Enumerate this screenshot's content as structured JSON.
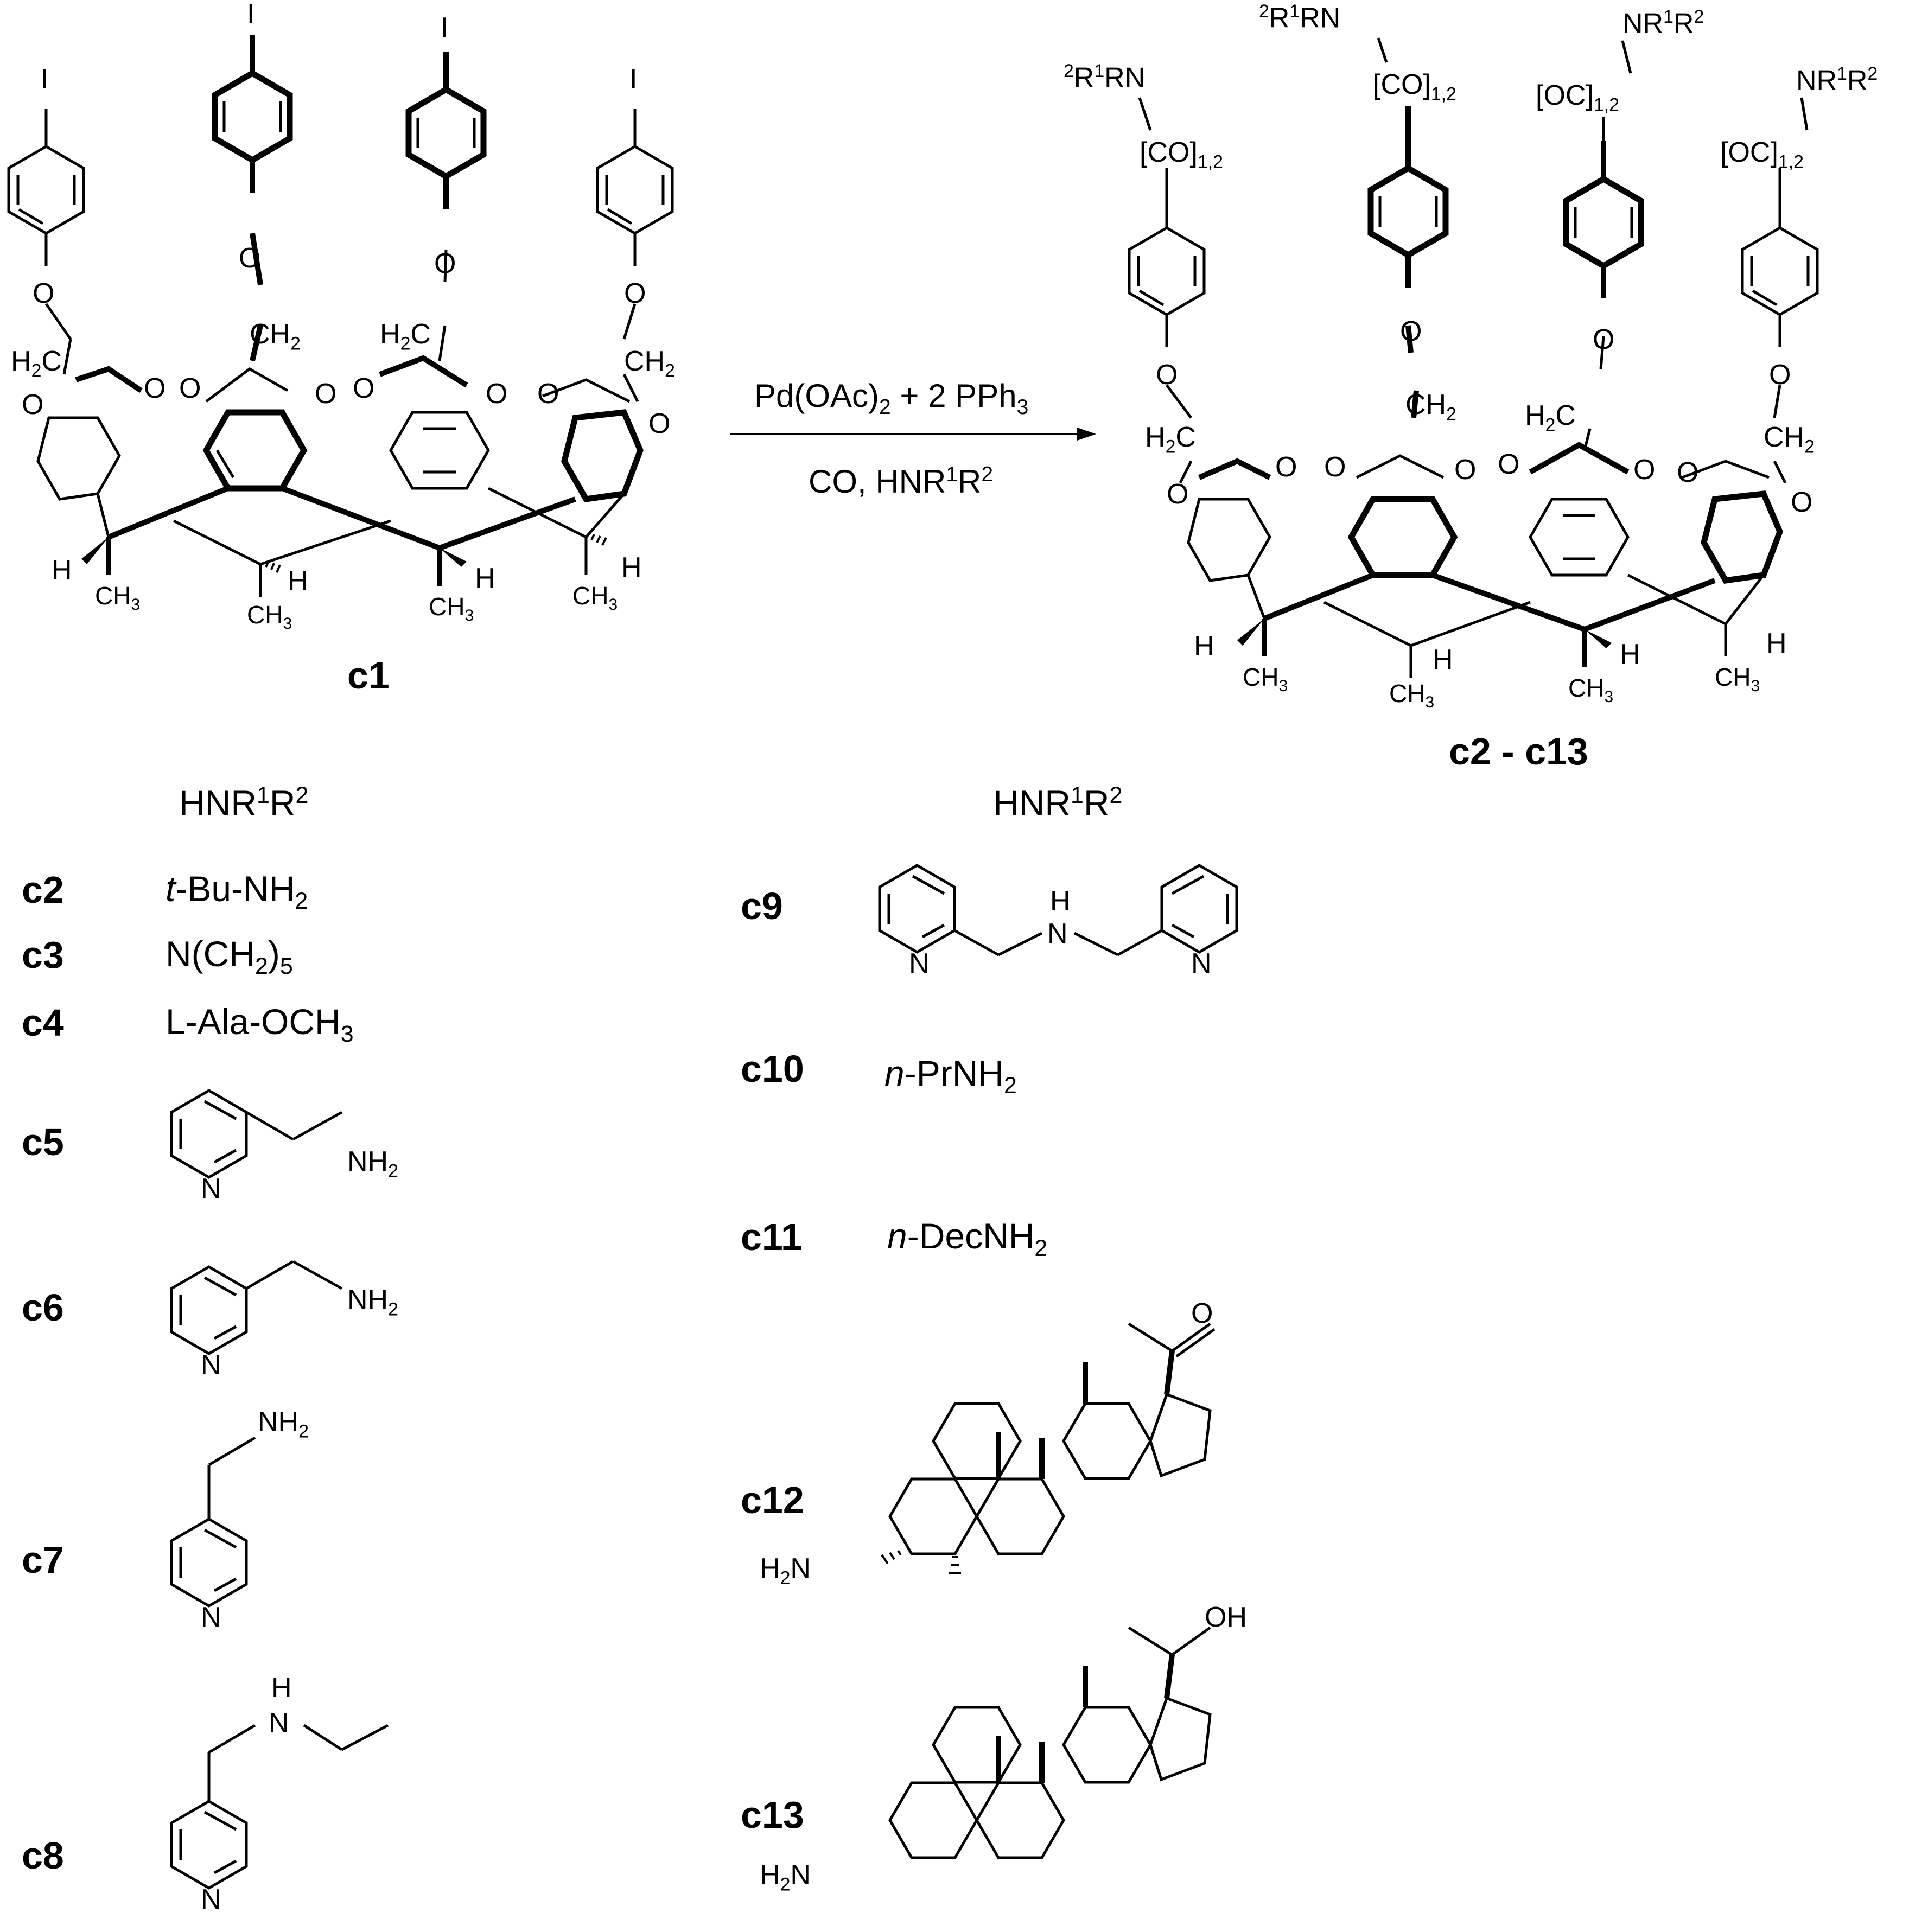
{
  "scheme": {
    "starting_material": {
      "label": "c1",
      "substituent_atom": "I",
      "linker": {
        "oxygen": "O",
        "methylene": "H2C",
        "methylene_alt": "CH2"
      },
      "bridge_oxygen": "O",
      "stereo": {
        "h": "H",
        "methyl": "CH3"
      }
    },
    "arrow": {
      "catalyst": "Pd(OAc)2 + 2 PPh3",
      "reagents": "CO, HNR1R2"
    },
    "product": {
      "label": "c2 - c13",
      "carbonyl_left": "[CO]1,2",
      "carbonyl_right": "[OC]1,2",
      "amide_left": "2R1RN",
      "amide_right": "NR1R2"
    }
  },
  "amine_table": {
    "header_left": "HNR1R2",
    "header_right": "HNR1R2",
    "entries": [
      {
        "compound": "c2",
        "amine": "t-Bu-NH2",
        "drawn": false
      },
      {
        "compound": "c3",
        "amine": "N(CH2)5",
        "drawn": false
      },
      {
        "compound": "c4",
        "amine": "L-Ala-OCH3",
        "drawn": false
      },
      {
        "compound": "c5",
        "amine": "2-picolylamine",
        "drawn": true,
        "atoms": [
          "N",
          "NH2"
        ]
      },
      {
        "compound": "c6",
        "amine": "3-picolylamine",
        "drawn": true,
        "atoms": [
          "N",
          "NH2"
        ]
      },
      {
        "compound": "c7",
        "amine": "4-picolylamine",
        "drawn": true,
        "atoms": [
          "N",
          "NH2"
        ]
      },
      {
        "compound": "c8",
        "amine": "N-ethyl-4-picolylamine",
        "drawn": true,
        "atoms": [
          "N",
          "H",
          "N"
        ]
      },
      {
        "compound": "c9",
        "amine": "di(2-picolyl)amine",
        "drawn": true,
        "atoms": [
          "N",
          "H",
          "N",
          "N"
        ]
      },
      {
        "compound": "c10",
        "amine": "n-PrNH2",
        "drawn": false
      },
      {
        "compound": "c11",
        "amine": "n-DecNH2",
        "drawn": false
      },
      {
        "compound": "c12",
        "amine": "3-aminopregnan-20-one",
        "drawn": true,
        "atoms": [
          "H2N",
          "O"
        ]
      },
      {
        "compound": "c13",
        "amine": "3-aminopregnan-20-ol",
        "drawn": true,
        "atoms": [
          "H2N",
          "OH"
        ]
      }
    ]
  }
}
